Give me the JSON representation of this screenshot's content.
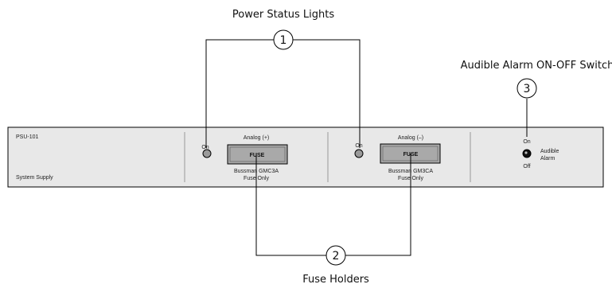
{
  "callouts": {
    "power_status": {
      "number": "1",
      "title": "Power Status Lights"
    },
    "fuse_holders": {
      "number": "2",
      "title": "Fuse Holders"
    },
    "alarm_switch": {
      "number": "3",
      "title": "Audible Alarm ON-OFF Switch"
    }
  },
  "panel": {
    "model": "PSU-101",
    "name": "System Supply",
    "left_section": {
      "light_label": "On",
      "title": "Analog (+)",
      "fuse_label": "FUSE",
      "note_line1": "Bussman GMC3A",
      "note_line2": "Fuse Only"
    },
    "right_section": {
      "light_label": "On",
      "title": "Analog (–)",
      "fuse_label": "FUSE",
      "note_line1": "Bussman GM3CA",
      "note_line2": "Fuse Only"
    },
    "alarm": {
      "on_label": "On",
      "off_label": "Off",
      "label_line1": "Audible",
      "label_line2": "Alarm"
    }
  },
  "colors": {
    "panel_fill": "#e8e8e8",
    "fuse_fill": "#a9a9a9",
    "light_fill": "#9a9a9a",
    "line": "#000000"
  }
}
